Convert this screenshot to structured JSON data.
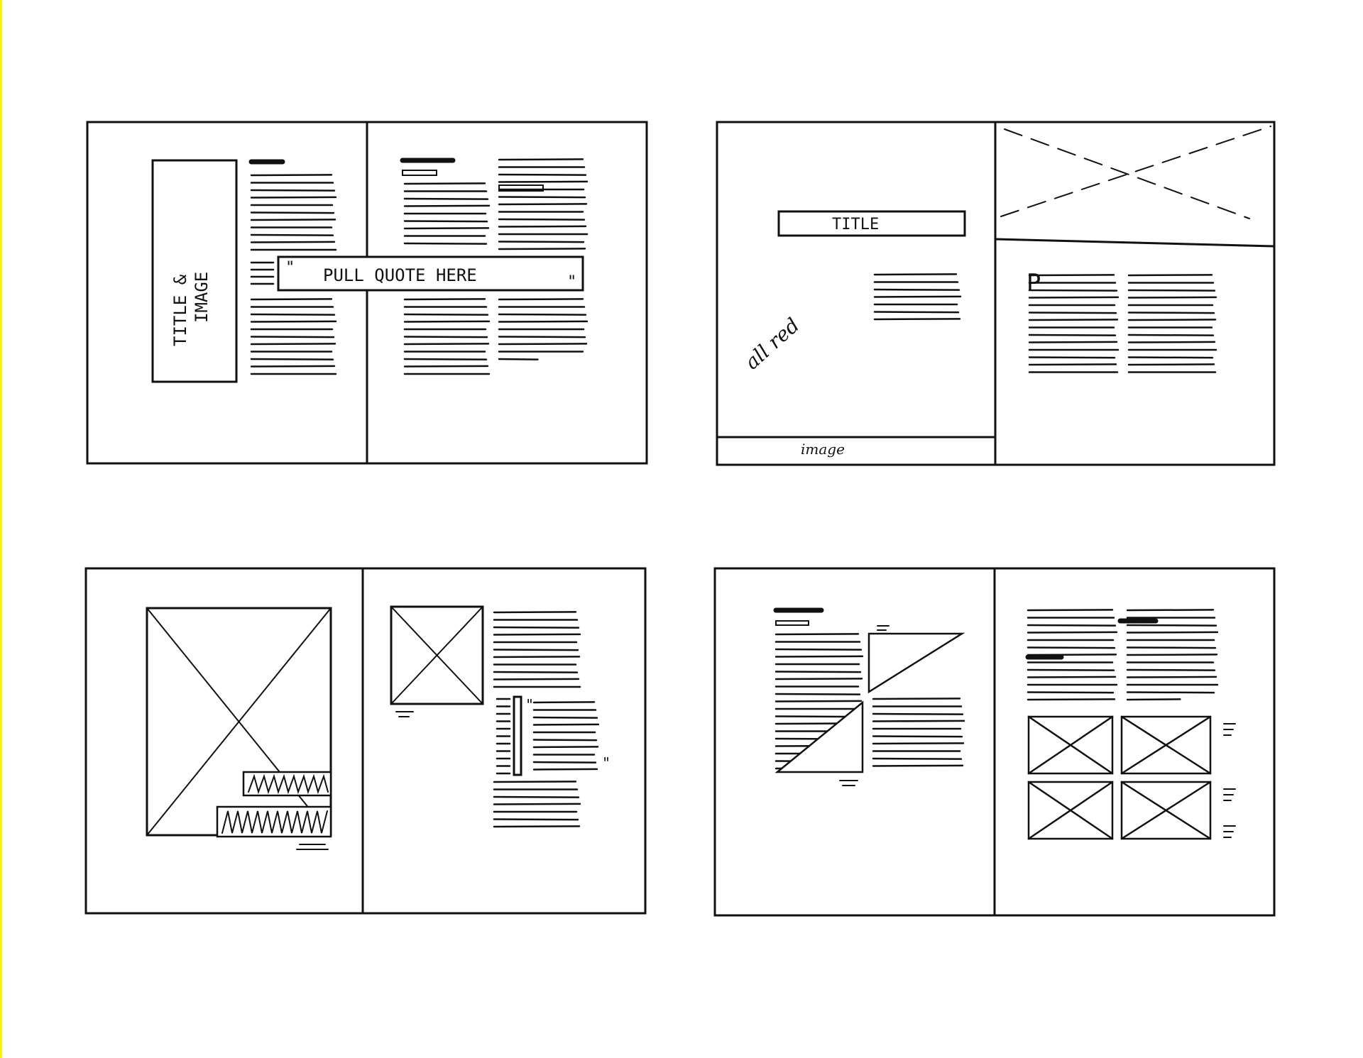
{
  "sketch": {
    "ink_color": "#111111",
    "edge_color": "#f5f50a",
    "spread1": {
      "title_image_label_line1": "TITLE &",
      "title_image_label_line2": "IMAGE",
      "pull_quote_open": "\"",
      "pull_quote_text": "PULL QUOTE HERE",
      "pull_quote_close": "\""
    },
    "spread2": {
      "title_label": "TITLE",
      "note": "all red",
      "bottom_note": "image",
      "drop_cap": "P"
    },
    "spread3": {
      "quote_mark_open": "\"",
      "quote_mark_close": "\""
    }
  }
}
